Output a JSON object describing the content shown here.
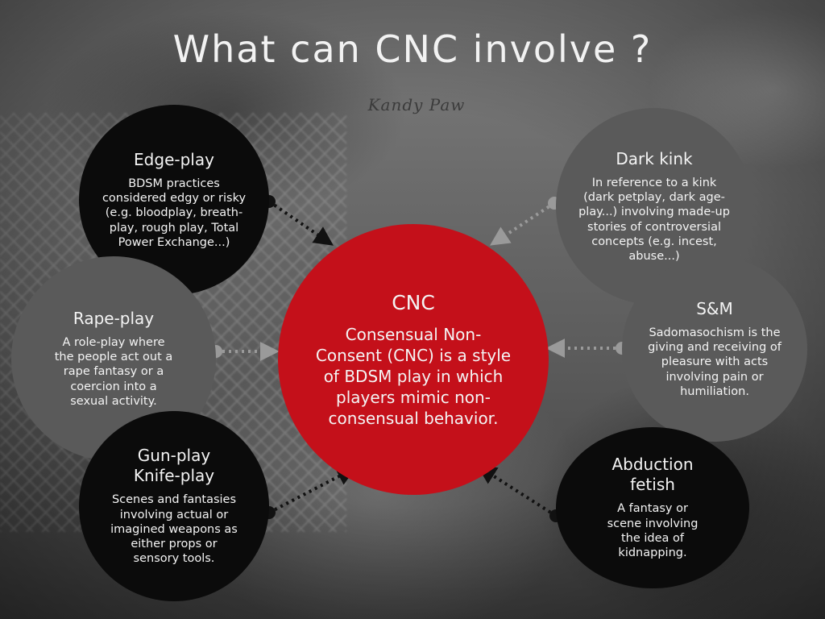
{
  "title": "What can CNC involve ?",
  "signature": "Kandy Paw",
  "center": {
    "title": "CNC",
    "body": "Consensual Non-\nConsent (CNC) is a style\nof BDSM play in which\nplayers mimic non-\nconsensual behavior."
  },
  "nodes": {
    "edge_play": {
      "title": "Edge-play",
      "body": "BDSM practices\nconsidered edgy or risky\n(e.g. bloodplay, breath-\nplay, rough play, Total\nPower Exchange...)"
    },
    "rape_play": {
      "title": "Rape-play",
      "body": "A role-play where\nthe people act out a\nrape fantasy or a\ncoercion into a\nsexual activity."
    },
    "gun_knife_play": {
      "title": "Gun-play\nKnife-play",
      "body": "Scenes and fantasies\ninvolving actual or\nimagined weapons as\neither props or\nsensory tools."
    },
    "dark_kink": {
      "title": "Dark kink",
      "body": "In reference to a kink\n(dark petplay, dark age-\nplay...) involving made-up\nstories of controversial\nconcepts (e.g. incest,\nabuse...)"
    },
    "s_and_m": {
      "title": "S&M",
      "body": "Sadomasochism is the\ngiving and receiving of\npleasure with acts\ninvolving pain or\nhumiliation."
    },
    "abduction_fetish": {
      "title": "Abduction\nfetish",
      "body": "A fantasy or\nscene involving\nthe idea of\nkidnapping."
    }
  },
  "colors": {
    "center_fill": "#c4101a",
    "dark_node_fill": "#0b0b0b",
    "grey_node_fill": "#5a5a5a",
    "connector_dark": "#111111",
    "connector_light": "#9a9a9a",
    "text": "#f4f4f4"
  }
}
